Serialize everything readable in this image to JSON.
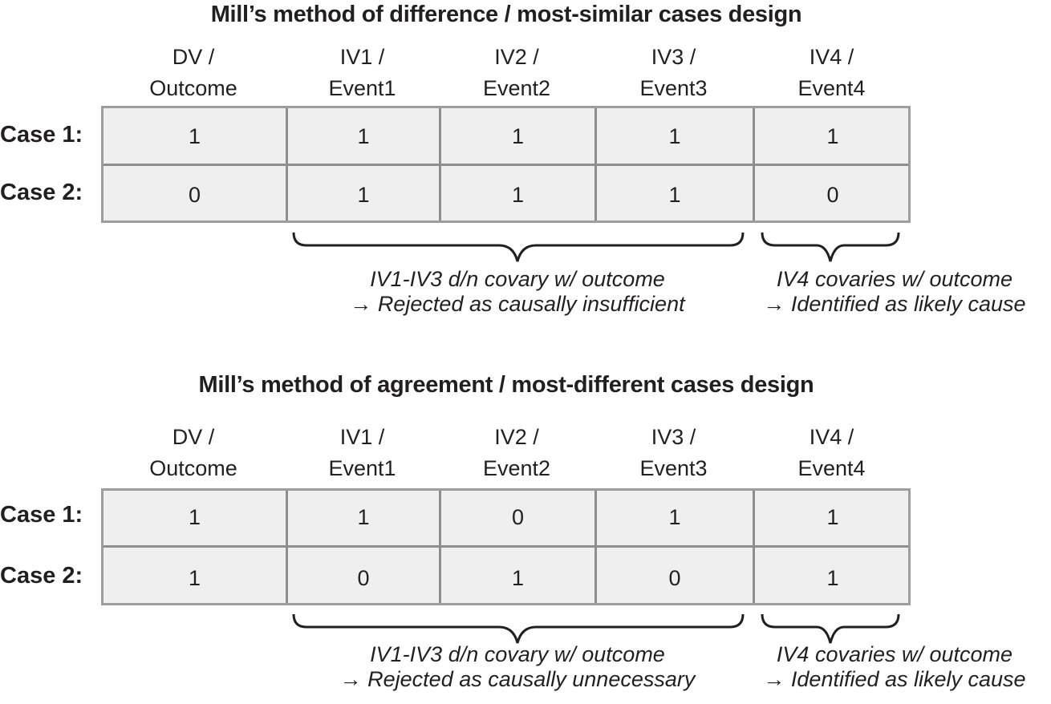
{
  "panels": [
    {
      "title": "Mill’s method of difference / most-similar cases design",
      "columns": [
        {
          "line1": "DV /",
          "line2": "Outcome"
        },
        {
          "line1": "IV1 /",
          "line2": "Event1"
        },
        {
          "line1": "IV2 /",
          "line2": "Event2"
        },
        {
          "line1": "IV3 /",
          "line2": "Event3"
        },
        {
          "line1": "IV4 /",
          "line2": "Event4"
        }
      ],
      "rows": [
        {
          "label": "Case 1:",
          "values": [
            "1",
            "1",
            "1",
            "1",
            "1"
          ]
        },
        {
          "label": "Case 2:",
          "values": [
            "0",
            "1",
            "1",
            "1",
            "0"
          ]
        }
      ],
      "annotations": [
        {
          "line1": "IV1-IV3 d/n covary w/ outcome",
          "line2": "→ Rejected as causally insufficient"
        },
        {
          "line1": "IV4 covaries w/ outcome",
          "line2": "→ Identified as likely cause"
        }
      ]
    },
    {
      "title": "Mill’s method of agreement / most-different cases design",
      "columns": [
        {
          "line1": "DV /",
          "line2": "Outcome"
        },
        {
          "line1": "IV1 /",
          "line2": "Event1"
        },
        {
          "line1": "IV2 /",
          "line2": "Event2"
        },
        {
          "line1": "IV3 /",
          "line2": "Event3"
        },
        {
          "line1": "IV4 /",
          "line2": "Event4"
        }
      ],
      "rows": [
        {
          "label": "Case 1:",
          "values": [
            "1",
            "1",
            "0",
            "1",
            "1"
          ]
        },
        {
          "label": "Case 2:",
          "values": [
            "1",
            "0",
            "1",
            "0",
            "1"
          ]
        }
      ],
      "annotations": [
        {
          "line1": "IV1-IV3 d/n covary w/ outcome",
          "line2": "→ Rejected as causally unnecessary"
        },
        {
          "line1": "IV4 covaries w/ outcome",
          "line2": "→ Identified as likely cause"
        }
      ]
    }
  ],
  "colors": {
    "text": "#231f20",
    "cell_fill": "#efefef",
    "grid_line": "#9d9d9d",
    "brace": "#231f20"
  }
}
